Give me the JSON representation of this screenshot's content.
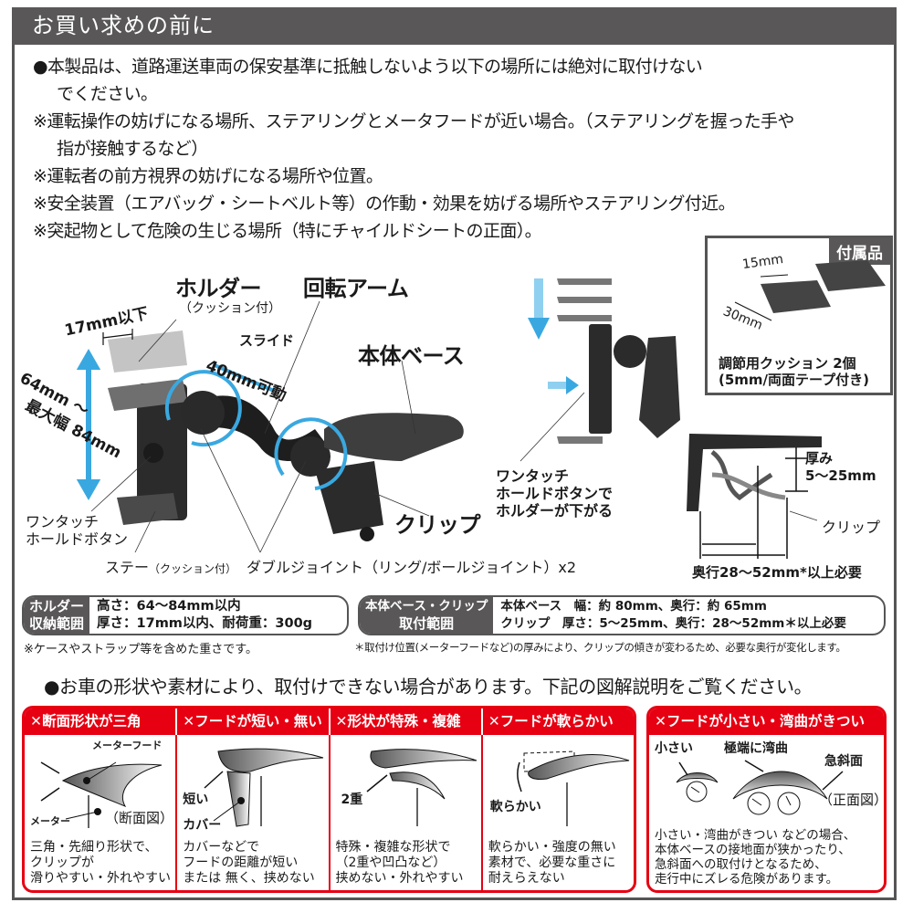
{
  "header": {
    "title": "お買い求めの前に"
  },
  "warnings": {
    "main_line1": "●本製品は、道路運送車両の保安基準に抵触しないよう以下の場所には絶対に取付けない",
    "main_line2": "でください。",
    "items": [
      "※運転操作の妨げになる場所、ステアリングとメータフードが近い場合。（ステアリングを握った手や",
      "指が接触するなど）",
      "※運転者の前方視界の妨げになる場所や位置。",
      "※安全装置（エアバッグ・シートベルト等）の作動・効果を妨げる場所やステアリング付近。",
      "※突起物として危険の生じる場所（特にチャイルドシートの正面）。"
    ]
  },
  "product_diagram": {
    "holder": "ホルダー",
    "holder_sub": "（クッション付）",
    "rotating_arm": "回転アーム",
    "body_base": "本体ベース",
    "slide": "スライド",
    "slide_range": "40mm可動",
    "thickness_limit": "17mm以下",
    "height_range_1": "64mm ～",
    "height_range_2": "最大幅 84mm",
    "one_touch_1": "ワンタッチ",
    "one_touch_2": "ホールドボタン",
    "stay": "ステー",
    "stay_sub": "（クッション付）",
    "double_joint": "ダブルジョイント（リング/ボールジョイント）x2",
    "clip": "クリップ"
  },
  "side_diagram": {
    "button_note_1": "ワンタッチ",
    "button_note_2": "ホールドボタンで",
    "button_note_3": "ホルダーが下がる",
    "thickness_label": "厚み",
    "thickness_value": "5～25mm",
    "clip": "クリップ",
    "depth": "奥行28～52mm*以上必要"
  },
  "accessory": {
    "tag": "付属品",
    "width": "15mm",
    "length": "30mm",
    "caption_1": "調節用クッション 2個",
    "caption_2": "(5mm/両面テープ付き)"
  },
  "specs": {
    "holder": {
      "key_1": "ホルダー",
      "key_2": "収納範囲",
      "val_1": "高さ：64～84mm以内",
      "val_2": "厚さ：17mm以内、耐荷重：300g"
    },
    "base": {
      "key_1": "本体ベース・クリップ",
      "key_2": "取付範囲",
      "val_1": "本体ベース　幅：約 80mm、奥行：約 65mm",
      "val_2": "クリップ　厚さ：5～25mm、奥行：28～52mm＊以上必要"
    },
    "note_left": "※ケースやストラップ等を含めた重さです。",
    "note_right": "＊取付け位置(メーターフードなど)の厚みにより、クリップの傾きが変わるため、必要な奥行が変化します。"
  },
  "caution_line": "●お車の形状や素材により、取付けできない場合があります。下記の図解説明をご覧ください。",
  "cases": [
    {
      "title": "✕断面形状が三角",
      "labels": [
        "メーターフード",
        "メーター",
        "（断面図）"
      ],
      "caption": [
        "三角・先細り形状で、",
        "クリップが",
        "滑りやすい・外れやすい"
      ]
    },
    {
      "title": "✕フードが短い・無い",
      "labels": [
        "短い",
        "カバー"
      ],
      "caption": [
        "カバーなどで",
        "フードの距離が短い",
        "または 無く、挟めない"
      ]
    },
    {
      "title": "✕形状が特殊・複雑",
      "labels": [
        "2重"
      ],
      "caption": [
        "特殊・複雑な形状で",
        "（2重や凹凸など）",
        "挟めない・外れやすい"
      ]
    },
    {
      "title": "✕フードが軟らかい",
      "labels": [
        "軟らかい"
      ],
      "caption": [
        "軟らかい・強度の無い",
        "素材で、必要な重さに",
        "耐えらえない"
      ]
    },
    {
      "title": "✕フードが小さい・湾曲がきつい",
      "labels": [
        "小さい",
        "極端に湾曲",
        "急斜面",
        "（正面図）"
      ],
      "caption": [
        "小さい・湾曲がきつい などの場合、",
        "本体ベースの接地面が狭かったり、",
        "急斜面への取付けとなるため、",
        "走行中にズレる危険があります。"
      ]
    }
  ],
  "colors": {
    "header_gray": "#595757",
    "alert_red": "#e60012",
    "arrow_blue": "#3aa8e0"
  }
}
